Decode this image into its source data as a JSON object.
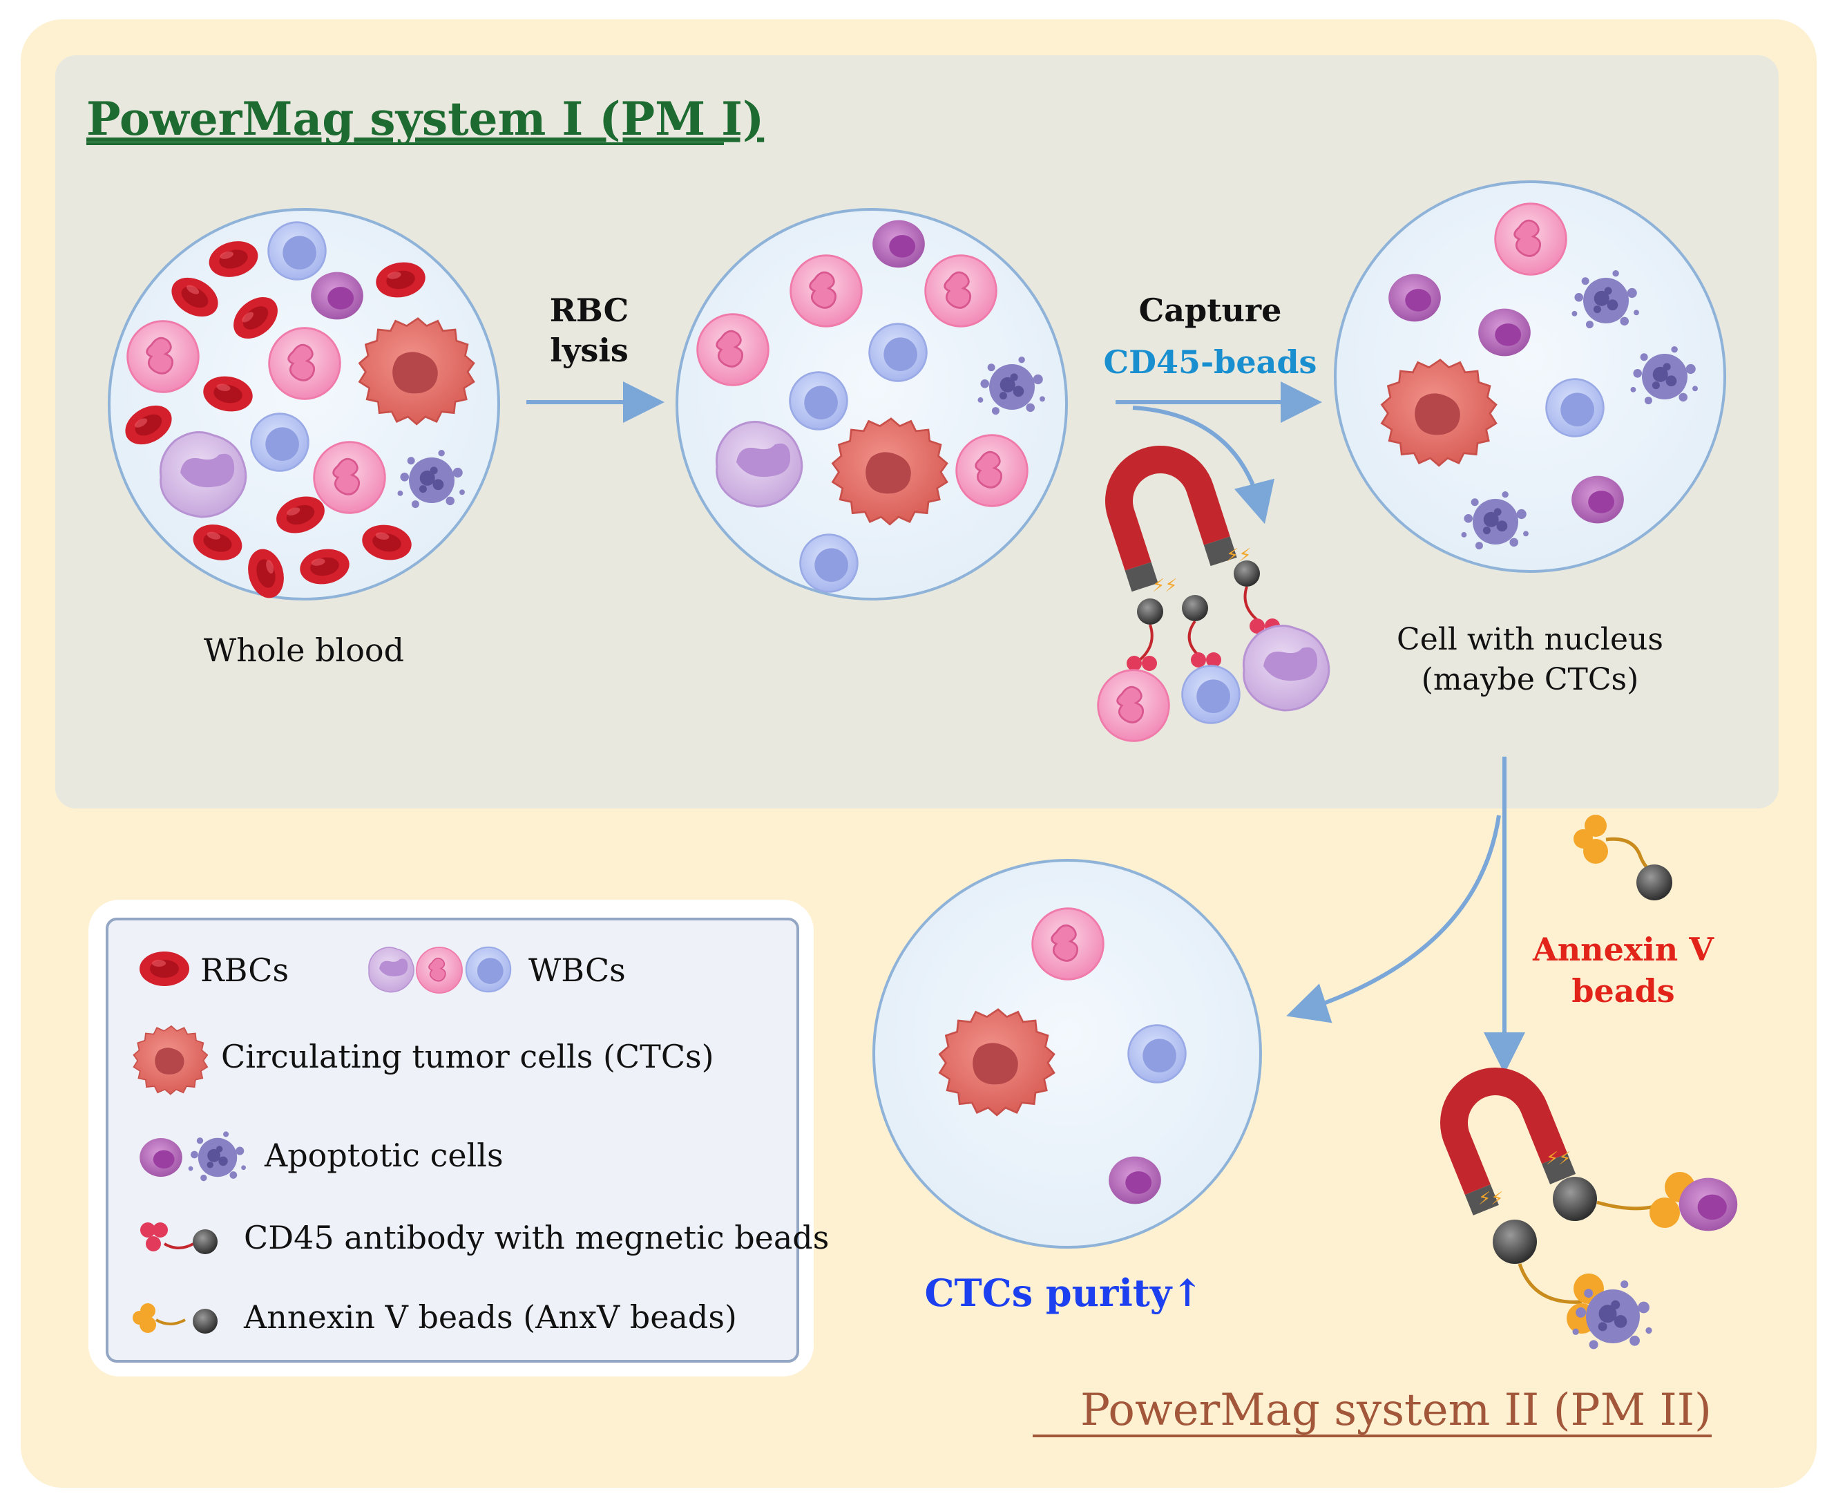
{
  "pm1": {
    "title": "PowerMag system I (PM I)",
    "step1_line1": "RBC",
    "step1_line2": "lysis",
    "step2_line1": "Capture",
    "step2_line2": "CD45-beads",
    "whole_blood": "Whole blood",
    "nucleated_line1": "Cell with nucleus",
    "nucleated_line2": "(maybe CTCs)"
  },
  "pm2": {
    "title": "PowerMag system II (PM II)",
    "annexin_line1": "Annexin V",
    "annexin_line2": "beads",
    "purity": "CTCs purity↑"
  },
  "legend": {
    "rbcs": "RBCs",
    "wbcs": "WBCs",
    "ctcs": "Circulating tumor cells (CTCs)",
    "apoptotic": "Apoptotic cells",
    "cd45": "CD45 antibody with megnetic beads",
    "anxv": "Annexin V beads (AnxV beads)"
  },
  "colors": {
    "outer_panel": "#fdf1d2",
    "pm1_panel": "#e8e8df",
    "pm1_title": "#1e6b32",
    "pm2_title": "#a3573a",
    "accent_blue": "#1a8fd0",
    "annexin_red": "#e2231a",
    "purity_blue": "#1c3ff0",
    "arrow": "#7ba7d8"
  }
}
